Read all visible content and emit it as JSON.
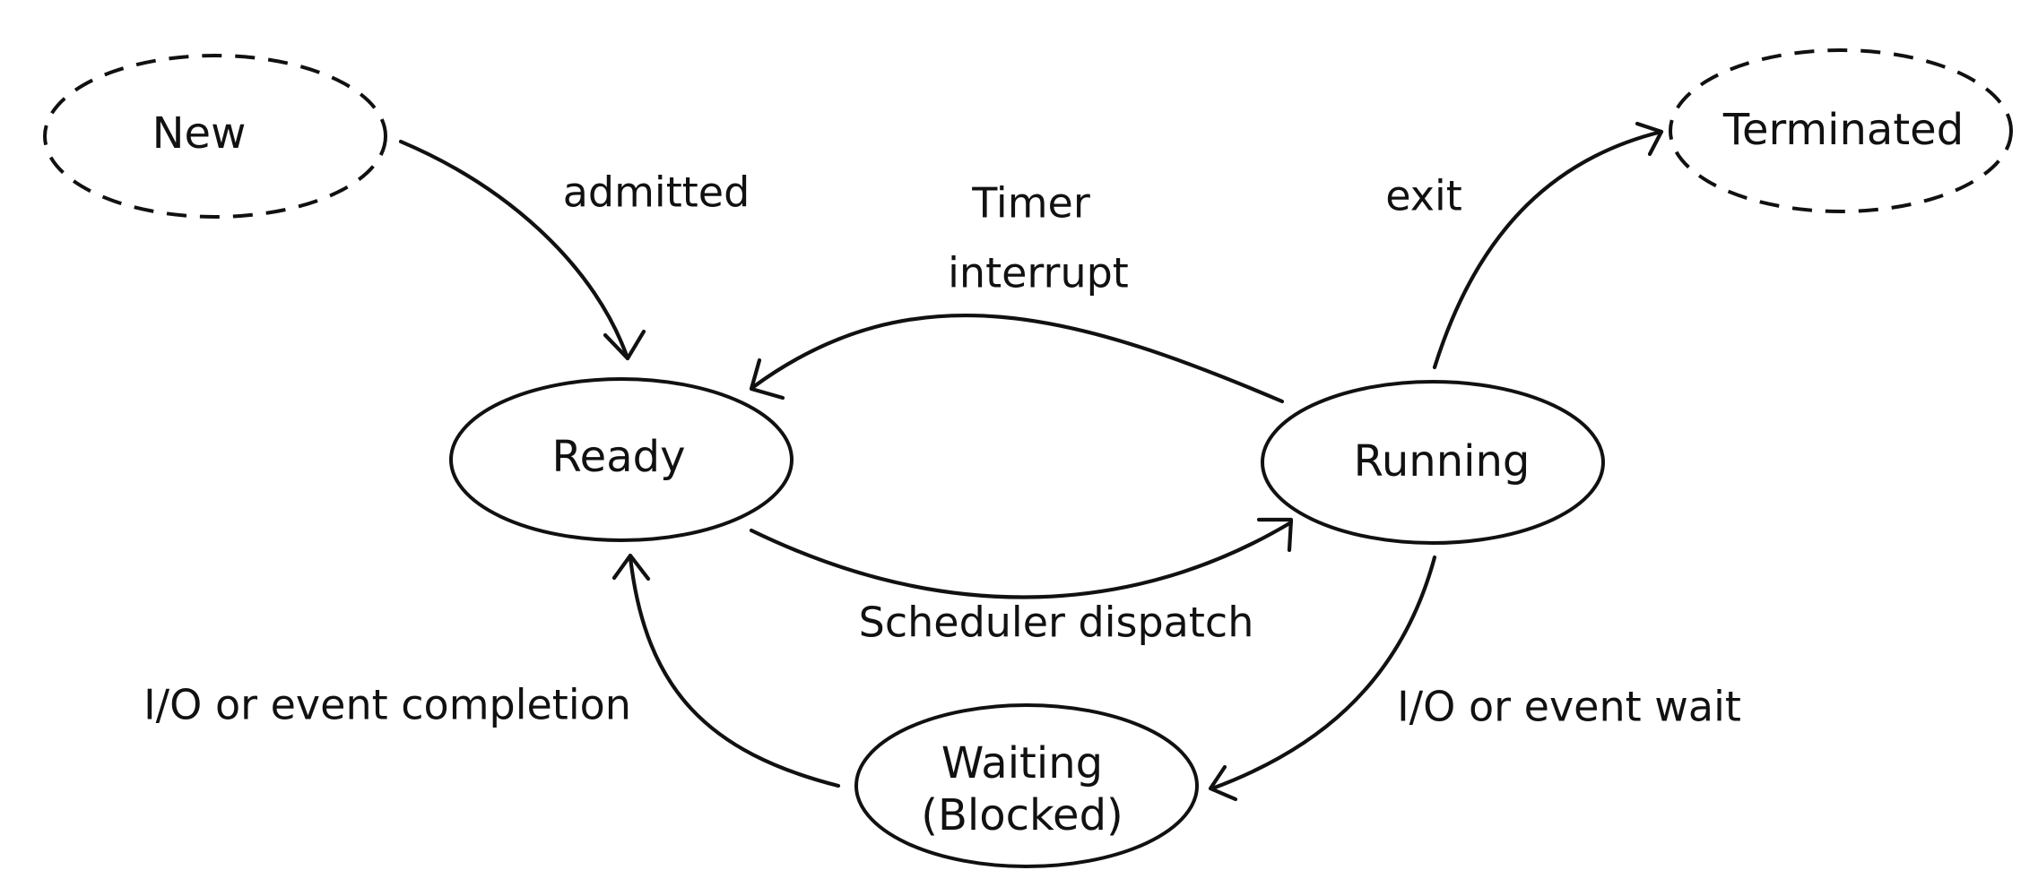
{
  "diagram": {
    "states": {
      "new": "New",
      "terminated": "Terminated",
      "ready": "Ready",
      "running": "Running",
      "waiting_line1": "Waiting",
      "waiting_line2": "(Blocked)"
    },
    "transitions": {
      "admitted": "admitted",
      "timer_line1": "Timer",
      "timer_line2": "interrupt",
      "exit": "exit",
      "scheduler_dispatch": "Scheduler dispatch",
      "io_completion": "I/O or event completion",
      "io_wait": "I/O or event wait"
    }
  }
}
